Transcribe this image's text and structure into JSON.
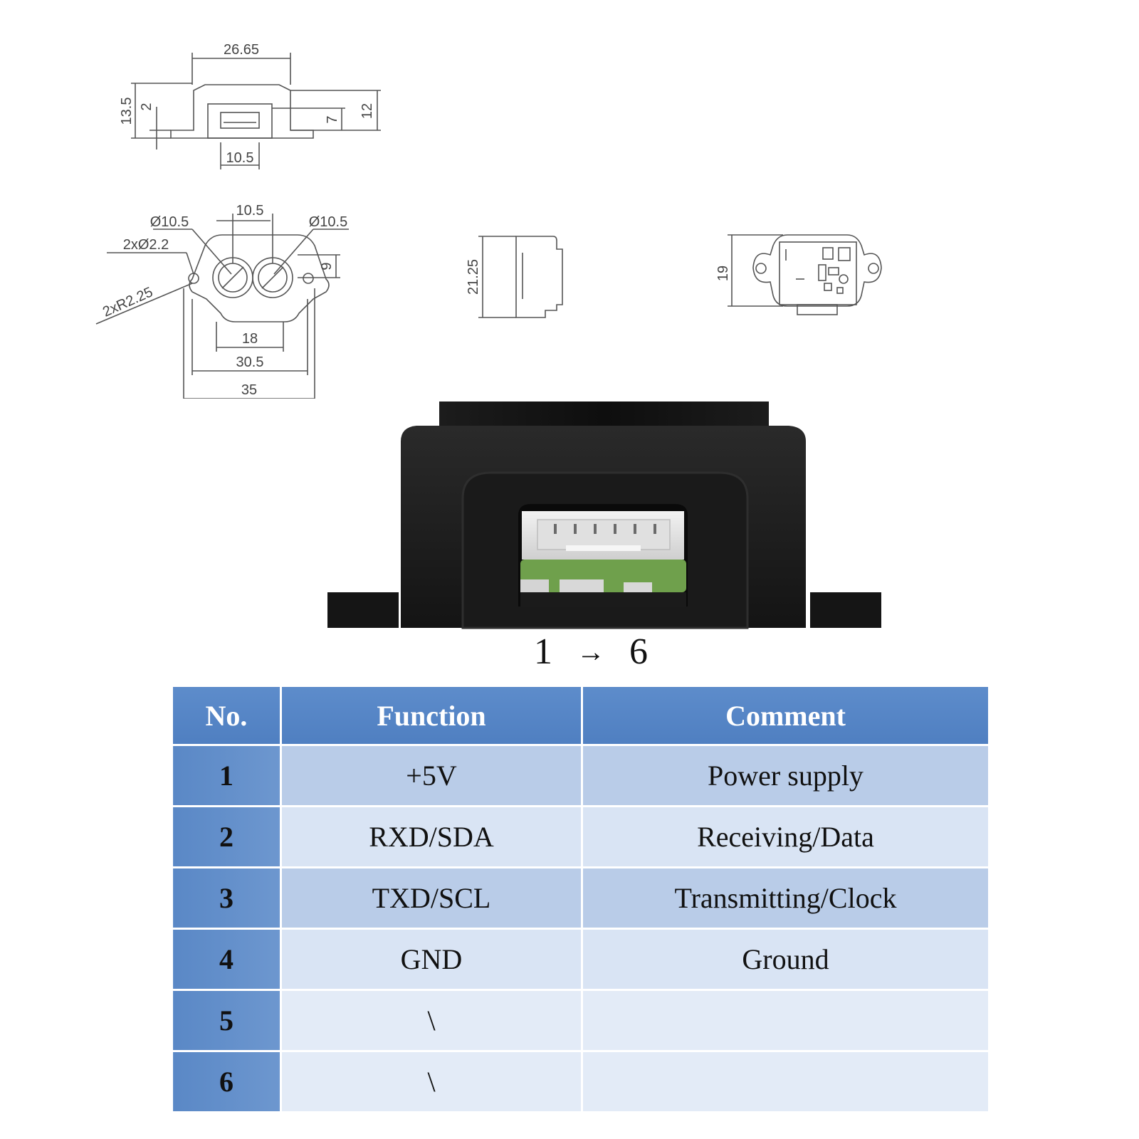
{
  "drawing": {
    "front_view": {
      "width": "26.65",
      "height_total": "13.5",
      "flange": "2",
      "port_height": "7",
      "body_height": "12",
      "port_width": "10.5"
    },
    "top_view": {
      "lens_left": "Ø10.5",
      "lens_spacing": "10.5",
      "lens_right": "Ø10.5",
      "holes": "2xØ2.2",
      "radius": "2xR2.25",
      "lens_height": "9",
      "inner_width": "18",
      "hole_spacing": "30.5",
      "overall_width": "35"
    },
    "side_view": {
      "height": "21.25"
    },
    "rear_view": {
      "height": "19"
    }
  },
  "pin_order": {
    "start": "1",
    "arrow": "→",
    "end": "6"
  },
  "table": {
    "headers": [
      "No.",
      "Function",
      "Comment"
    ],
    "rows": [
      {
        "no": "1",
        "function": "+5V",
        "comment": "Power supply"
      },
      {
        "no": "2",
        "function": "RXD/SDA",
        "comment": "Receiving/Data"
      },
      {
        "no": "3",
        "function": "TXD/SCL",
        "comment": "Transmitting/Clock"
      },
      {
        "no": "4",
        "function": "GND",
        "comment": "Ground"
      },
      {
        "no": "5",
        "function": "\\",
        "comment": ""
      },
      {
        "no": "6",
        "function": "\\",
        "comment": ""
      }
    ]
  }
}
